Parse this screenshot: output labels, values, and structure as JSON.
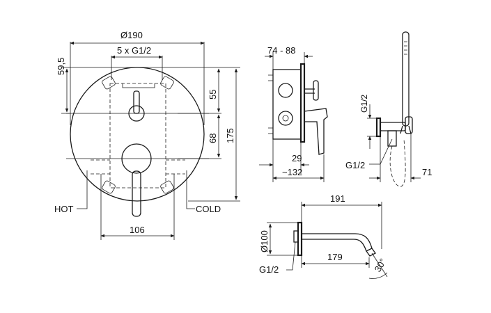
{
  "dimensions": {
    "d190": "Ø190",
    "thread_count": "5 x G1/2",
    "v59_5": "59,5",
    "v55": "55",
    "v68": "68",
    "v175": "175",
    "v106": "106",
    "hot": "HOT",
    "cold": "COLD",
    "v74_88": "74 - 88",
    "v29": "29",
    "v132": "~132",
    "g12_top": "G1/2",
    "g12_side": "G1/2",
    "v71": "71",
    "v191": "191",
    "d100": "Ø100",
    "v179": "179",
    "g12_spout": "G1/2",
    "angle30": "30°"
  }
}
